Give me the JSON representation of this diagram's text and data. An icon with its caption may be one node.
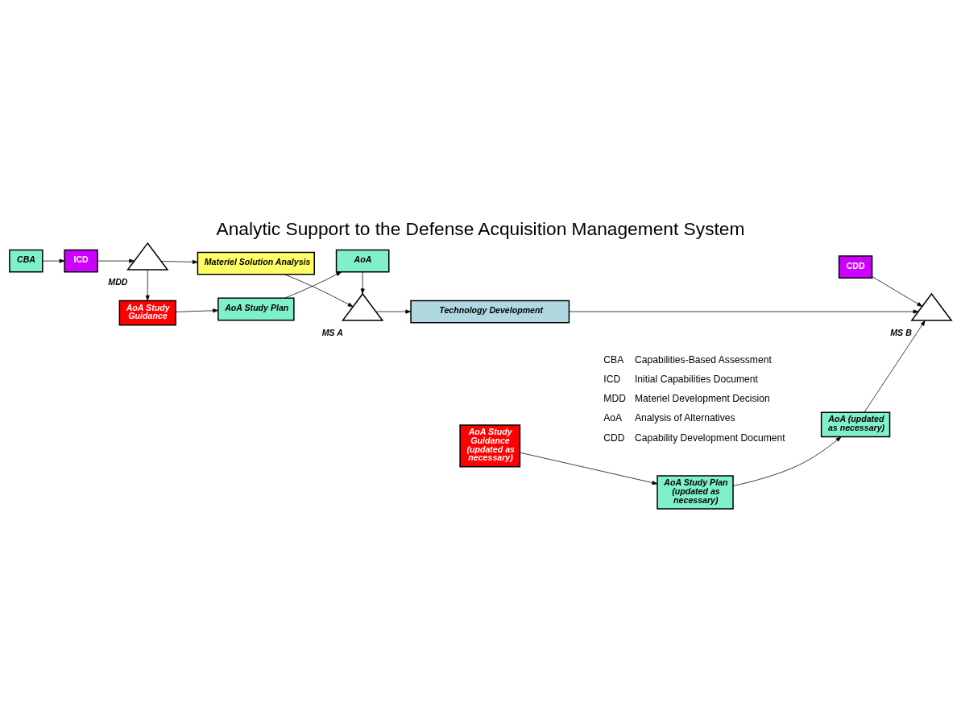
{
  "diagram": {
    "title": "Analytic Support to the Defense Acquisition Management System",
    "nodes": [
      {
        "text": [
          "CDD"
        ]
      },
      {
        "text": [
          "CBA"
        ]
      },
      {
        "text": [
          "ICD"
        ]
      },
      {
        "text": [],
        "shape": "triangle",
        "beside": [
          "MDD"
        ]
      },
      {
        "text": [
          "Materiel Solution Analysis"
        ]
      },
      {
        "text": [],
        "shape": "triangle",
        "beside": [
          "MS A"
        ]
      },
      {
        "text": [
          "Technology Development"
        ]
      },
      {
        "text": [],
        "shape": "triangle",
        "beside": [
          "MS B"
        ]
      },
      {
        "text": [
          "AoA Study Guidance"
        ]
      },
      {
        "text": [
          "AoA Study Plan"
        ]
      },
      {
        "text": [
          "AoA"
        ]
      },
      {
        "text": [
          "AoA Study Guidance (updated as necessary)"
        ]
      },
      {
        "text": [
          "AoA Study Plan (updated as necessary)"
        ]
      },
      {
        "text": [
          "AoA (updated as necessary)"
        ]
      }
    ],
    "edges": [
      {
        "from": 1,
        "to": 2,
        "arrow": "to"
      },
      {
        "from": 2,
        "to": 3,
        "arrow": "to"
      },
      {
        "from": 3,
        "to": 4,
        "arrow": "to"
      },
      {
        "from": 4,
        "to": 5,
        "arrow": "to"
      },
      {
        "from": 5,
        "to": 6,
        "arrow": "to"
      },
      {
        "from": 6,
        "to": 7,
        "arrow": "to"
      },
      {
        "from": 0,
        "to": 7,
        "arrow": "to"
      },
      {
        "from": 3,
        "to": 8,
        "arrow": "to"
      },
      {
        "from": 8,
        "to": 9,
        "arrow": "to"
      },
      {
        "from": 9,
        "to": 10,
        "arrow": "to"
      },
      {
        "from": 10,
        "to": 5,
        "arrow": "to"
      },
      {
        "from": 11,
        "to": 12,
        "arrow": "to"
      },
      {
        "from": 12,
        "to": 13,
        "arrow": "to"
      },
      {
        "from": 13,
        "to": 7,
        "arrow": "to"
      }
    ],
    "labels": [
      "CBA",
      "Capabilities-Based Assessment",
      "ICD",
      "Initial Capabilities Document",
      "MDD",
      "Materiel Development Decision",
      "AoA",
      "Analysis of Alternatives",
      "CDD",
      "Capability Development Document"
    ]
  }
}
